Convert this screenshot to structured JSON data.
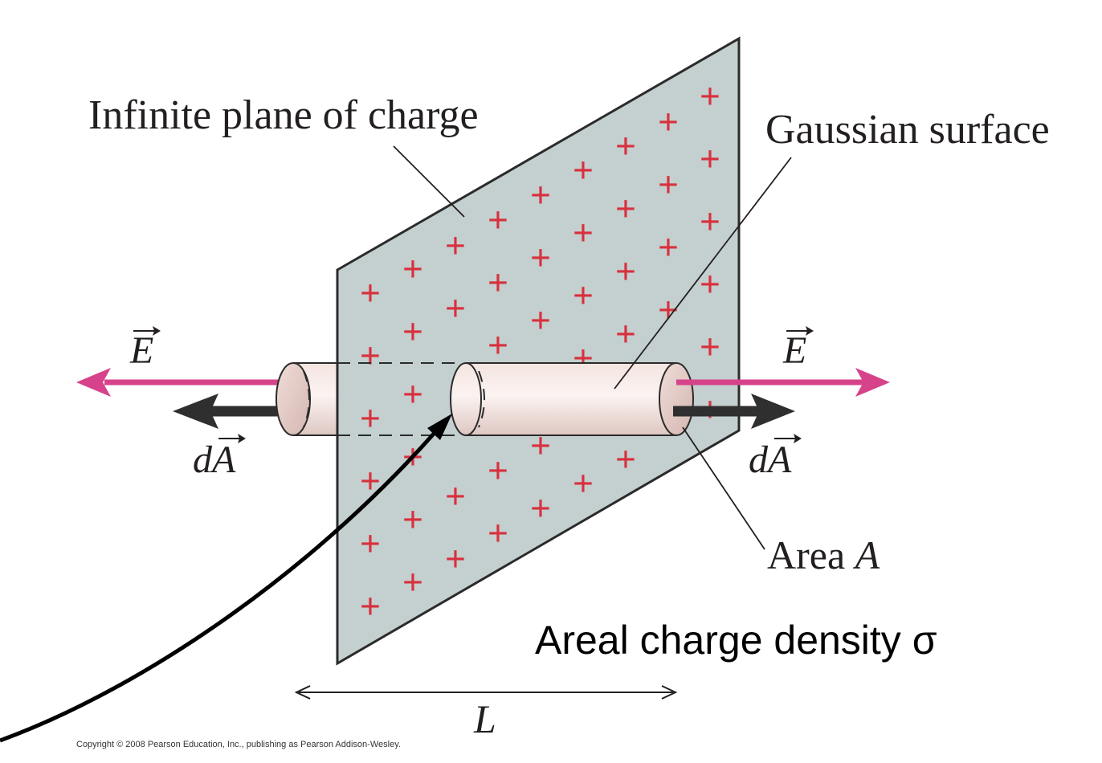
{
  "labels": {
    "plane": "Infinite plane of charge",
    "gaussian": "Gaussian surface",
    "area_prefix": "Area ",
    "area_var": "A",
    "e_left": "E",
    "e_right": "E",
    "da_left": "dA",
    "da_right": "dA",
    "length": "L",
    "density": "Areal charge density σ",
    "copyright": "Copyright © 2008 Pearson Education, Inc., publishing as Pearson Addison-Wesley.",
    "charge_symbol": "+"
  },
  "colors": {
    "plane_fill": "#c4cfcf",
    "plane_stroke": "#2b2b2b",
    "charge": "#d8303d",
    "field_arrow": "#d6438a",
    "area_vector": "#2f2f2f",
    "cylinder_light": "#f6ebe8",
    "cylinder_dark": "#dcc2bd",
    "pointer_arrow": "#000000"
  }
}
